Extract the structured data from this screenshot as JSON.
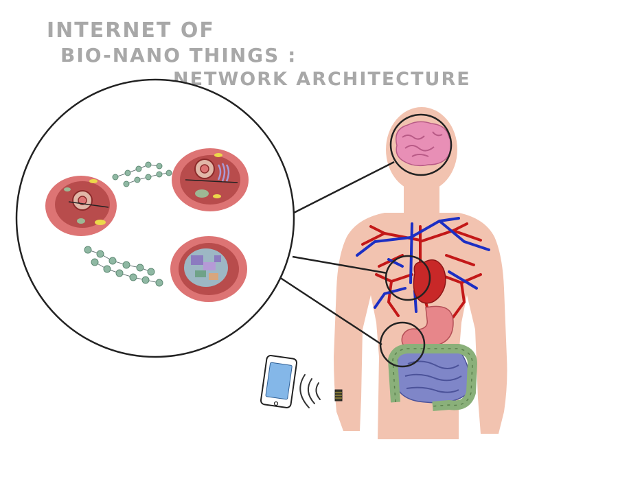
{
  "title": {
    "line1": "INTERNET OF",
    "line2": "BIO-NANO THINGS :",
    "line3": "NETWORK ARCHITECTURE"
  },
  "colors": {
    "skin": "#f2c3b0",
    "cell": "#dd7474",
    "cell_inner": "#b84c4c",
    "artery": "#c31818",
    "vein": "#1c2fc4",
    "heart": "#c82828",
    "brain": "#e88fb6",
    "stomach": "#e7868a",
    "intestine_small": "#7f86c8",
    "intestine_large": "#8ab07a",
    "nano_particle": "#8fb8a3",
    "outline": "#222222"
  },
  "icons": [
    "smartphone-icon",
    "wireless-signal-icon",
    "nano-device-icon"
  ]
}
